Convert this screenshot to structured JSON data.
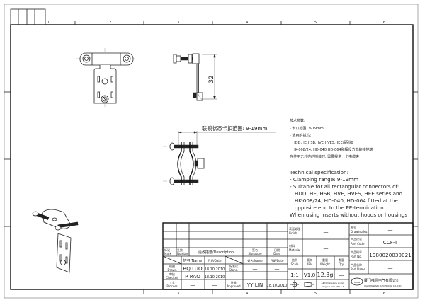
{
  "frame": {
    "column_numbers": [
      "1",
      "2",
      "3",
      "4",
      "5",
      "6"
    ],
    "bottom_column_numbers": [
      "3",
      "4",
      "5",
      "6"
    ]
  },
  "drawing": {
    "dimension_height": "32",
    "clamp_note": "联锁状态卡扣范围: 9-19mm"
  },
  "spec": {
    "cn": [
      "技术参数:",
      "- 卡口范围: 9-19mm",
      "- 适用的插芯:",
      "  HDD,HE,HSB,HVE,HVES,HEE系列和",
      "  HK-008/24, HD-040,HD-064和相反方向的接地端",
      "在使用无外壳的插体时, 需要提供一个电缆夹"
    ],
    "en": [
      "Technical specification:",
      "- Clamping range: 9-19mm",
      "- Suitable for all rectangular connectors of:",
      "   HDD, HE, HSB, HVE, HVES, HEE series and",
      "   HK-008/24, HD-040, HD-064 fitted at the",
      "   opposite end to the PE-termination",
      "When using inserts without hoods or housings"
    ]
  },
  "title_block": {
    "mark_cn": "标记",
    "mark": "Mark",
    "number_cn": "处数",
    "number": "Number",
    "description": "更改描述/Description",
    "signature_cn": "签名",
    "signature": "Signature",
    "date_cn": "日期",
    "date": "Date",
    "name_header": "姓名/Name",
    "date_header": "日期/Date",
    "name_header2": "姓名/Name",
    "date_header2": "日期/Date",
    "drawn_cn": "绘图",
    "drawn": "Drawn",
    "checked_cn": "审核",
    "checked": "Checked",
    "process_cn": "工艺",
    "process": "Process",
    "stand_cn": "标准化",
    "stand": "Stand.",
    "approved_cn": "批准",
    "approved": "Approved",
    "drawn_name": "BQ LUO",
    "drawn_date": "18.10.2010",
    "checked_name": "P RAO",
    "checked_date": "18.10.2010",
    "process_name": "—",
    "process_date": "—",
    "stand_name": "—",
    "stand_date": "—",
    "approved_name": "YY LIN",
    "approved_date": "18.10.2010",
    "finish_cn": "表面处理",
    "finish": "Finish",
    "finish_value": "—",
    "material_cn": "材料",
    "material": "Material",
    "material_value": "—",
    "scale_cn": "比例",
    "scale": "Scale",
    "scale_value": "1:1",
    "rev_cn": "版本",
    "rev": "REV.",
    "rev_value": "V1.0",
    "weight_cn": "重量",
    "weight": "Weight",
    "weight_value": "12.3g",
    "qty_cn": "数量",
    "qty": "Qty.",
    "qty_value": "—",
    "dims_note_1": "All Dimensions in mm",
    "dims_note_2": "Original Size DIN A 4",
    "drawing_no_cn": "图号",
    "drawing_no": "Drawing No.",
    "drawing_no_value": "—",
    "part_code_cn": "产品代号",
    "part_code": "Part Code",
    "part_code_value": "CCF-T",
    "part_no_cn": "产品料号",
    "part_no": "Part No.",
    "part_no_value": "1980020030021",
    "part_name_cn": "产品名称",
    "part_name": "Part Name",
    "part_name_value": "—",
    "company_cn": "厦门唯恩电气有限公司",
    "company_en": "XIAMEN WAIN ELECTRICAL CO.,LTD",
    "logo_text": "WAIN"
  }
}
